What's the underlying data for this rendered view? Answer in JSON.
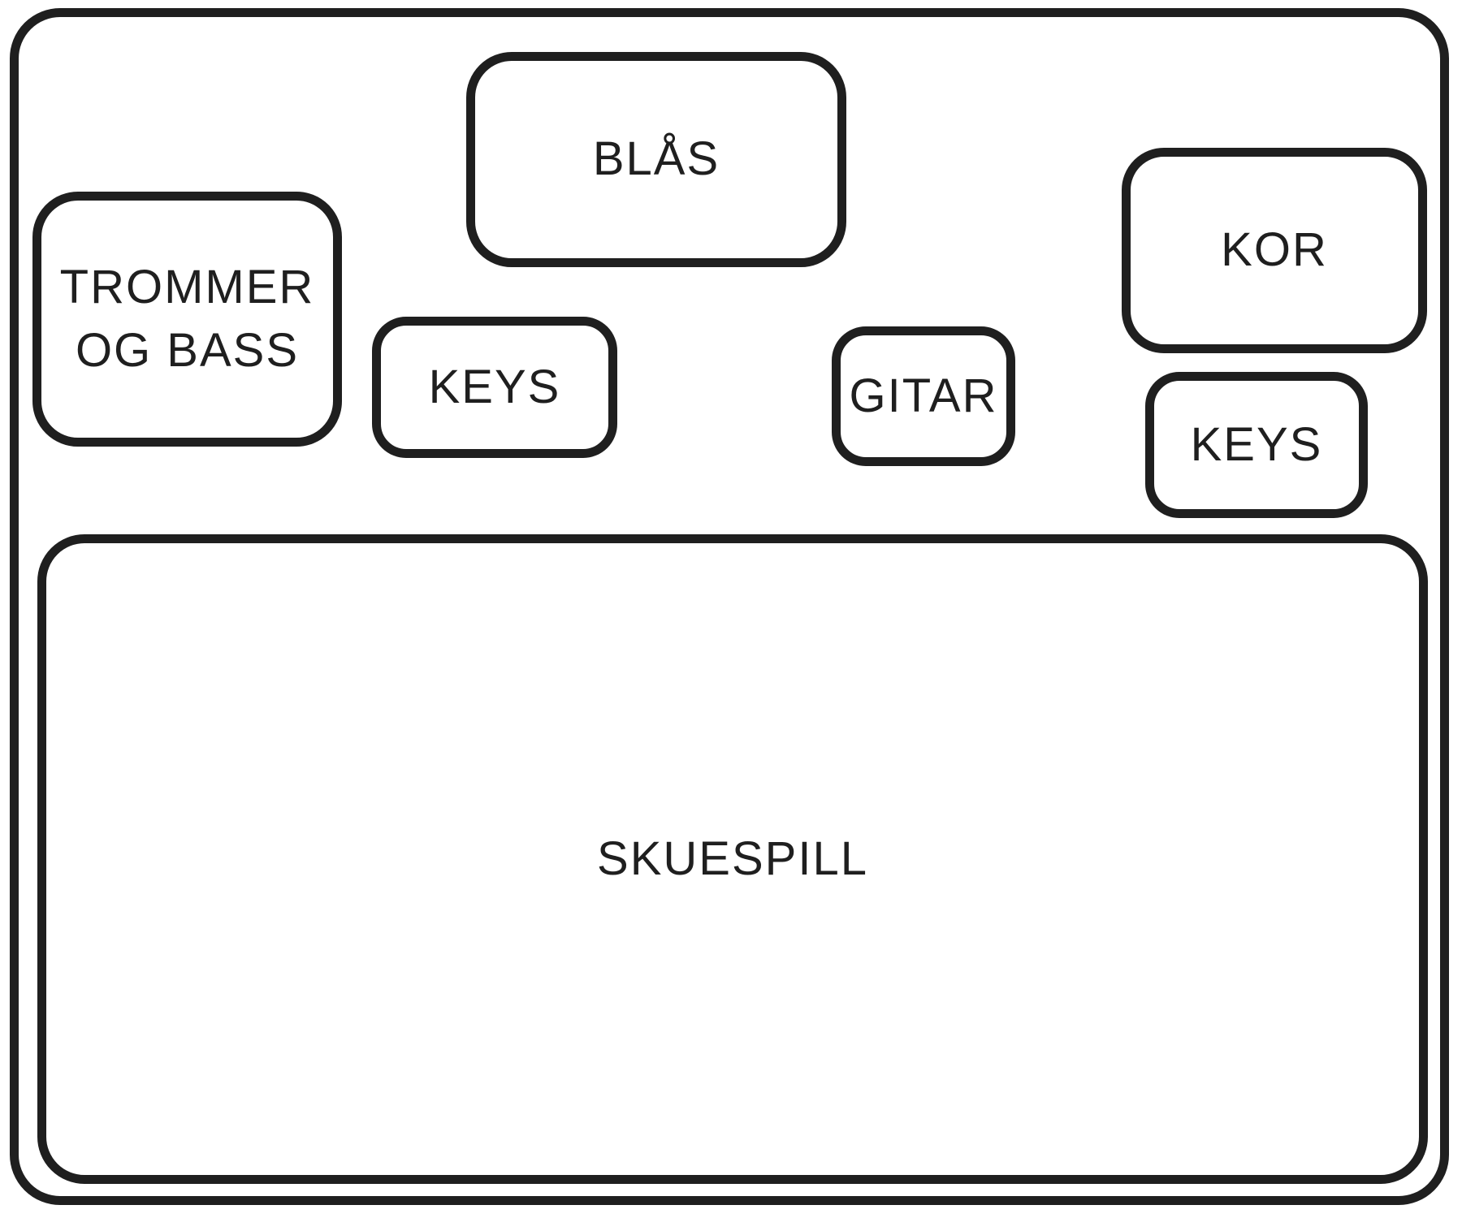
{
  "colors": {
    "border": "#1f1f1f",
    "text": "#1f1f1f",
    "background": "#ffffff"
  },
  "stage": {
    "areas": {
      "blas": {
        "label": "BLÅS"
      },
      "trommer_og_bass": {
        "label": "TROMMER\nOG BASS"
      },
      "keys_left": {
        "label": "KEYS"
      },
      "gitar": {
        "label": "GITAR"
      },
      "kor": {
        "label": "KOR"
      },
      "keys_right": {
        "label": "KEYS"
      },
      "skuespill": {
        "label": "SKUESPILL"
      }
    }
  }
}
